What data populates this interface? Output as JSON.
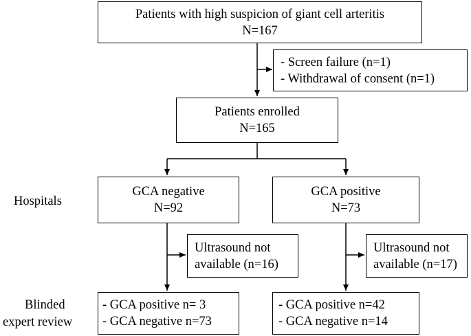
{
  "top_box": {
    "title": "Patients with high suspicion of giant cell arteritis",
    "count": "N=167"
  },
  "exclusion_box": {
    "items": [
      "- Screen failure (n=1)",
      "- Withdrawal of consent (n=1)"
    ]
  },
  "enrolled_box": {
    "title": "Patients enrolled",
    "count": "N=165"
  },
  "row_labels": {
    "hospitals": "Hospitals",
    "blinded_line1": "Blinded",
    "blinded_line2": "expert review"
  },
  "negative_box": {
    "title": "GCA negative",
    "count": "N=92"
  },
  "positive_box": {
    "title": "GCA positive",
    "count": "N=73"
  },
  "negative_exclusion": {
    "line1": "Ultrasound not",
    "line2": "available (n=16)"
  },
  "positive_exclusion": {
    "line1": "Ultrasound not",
    "line2": "available (n=17)"
  },
  "negative_review": {
    "items": [
      "- GCA positive n= 3",
      "- GCA negative n=73"
    ]
  },
  "positive_review": {
    "items": [
      "- GCA positive n=42",
      "- GCA negative n=14"
    ]
  }
}
